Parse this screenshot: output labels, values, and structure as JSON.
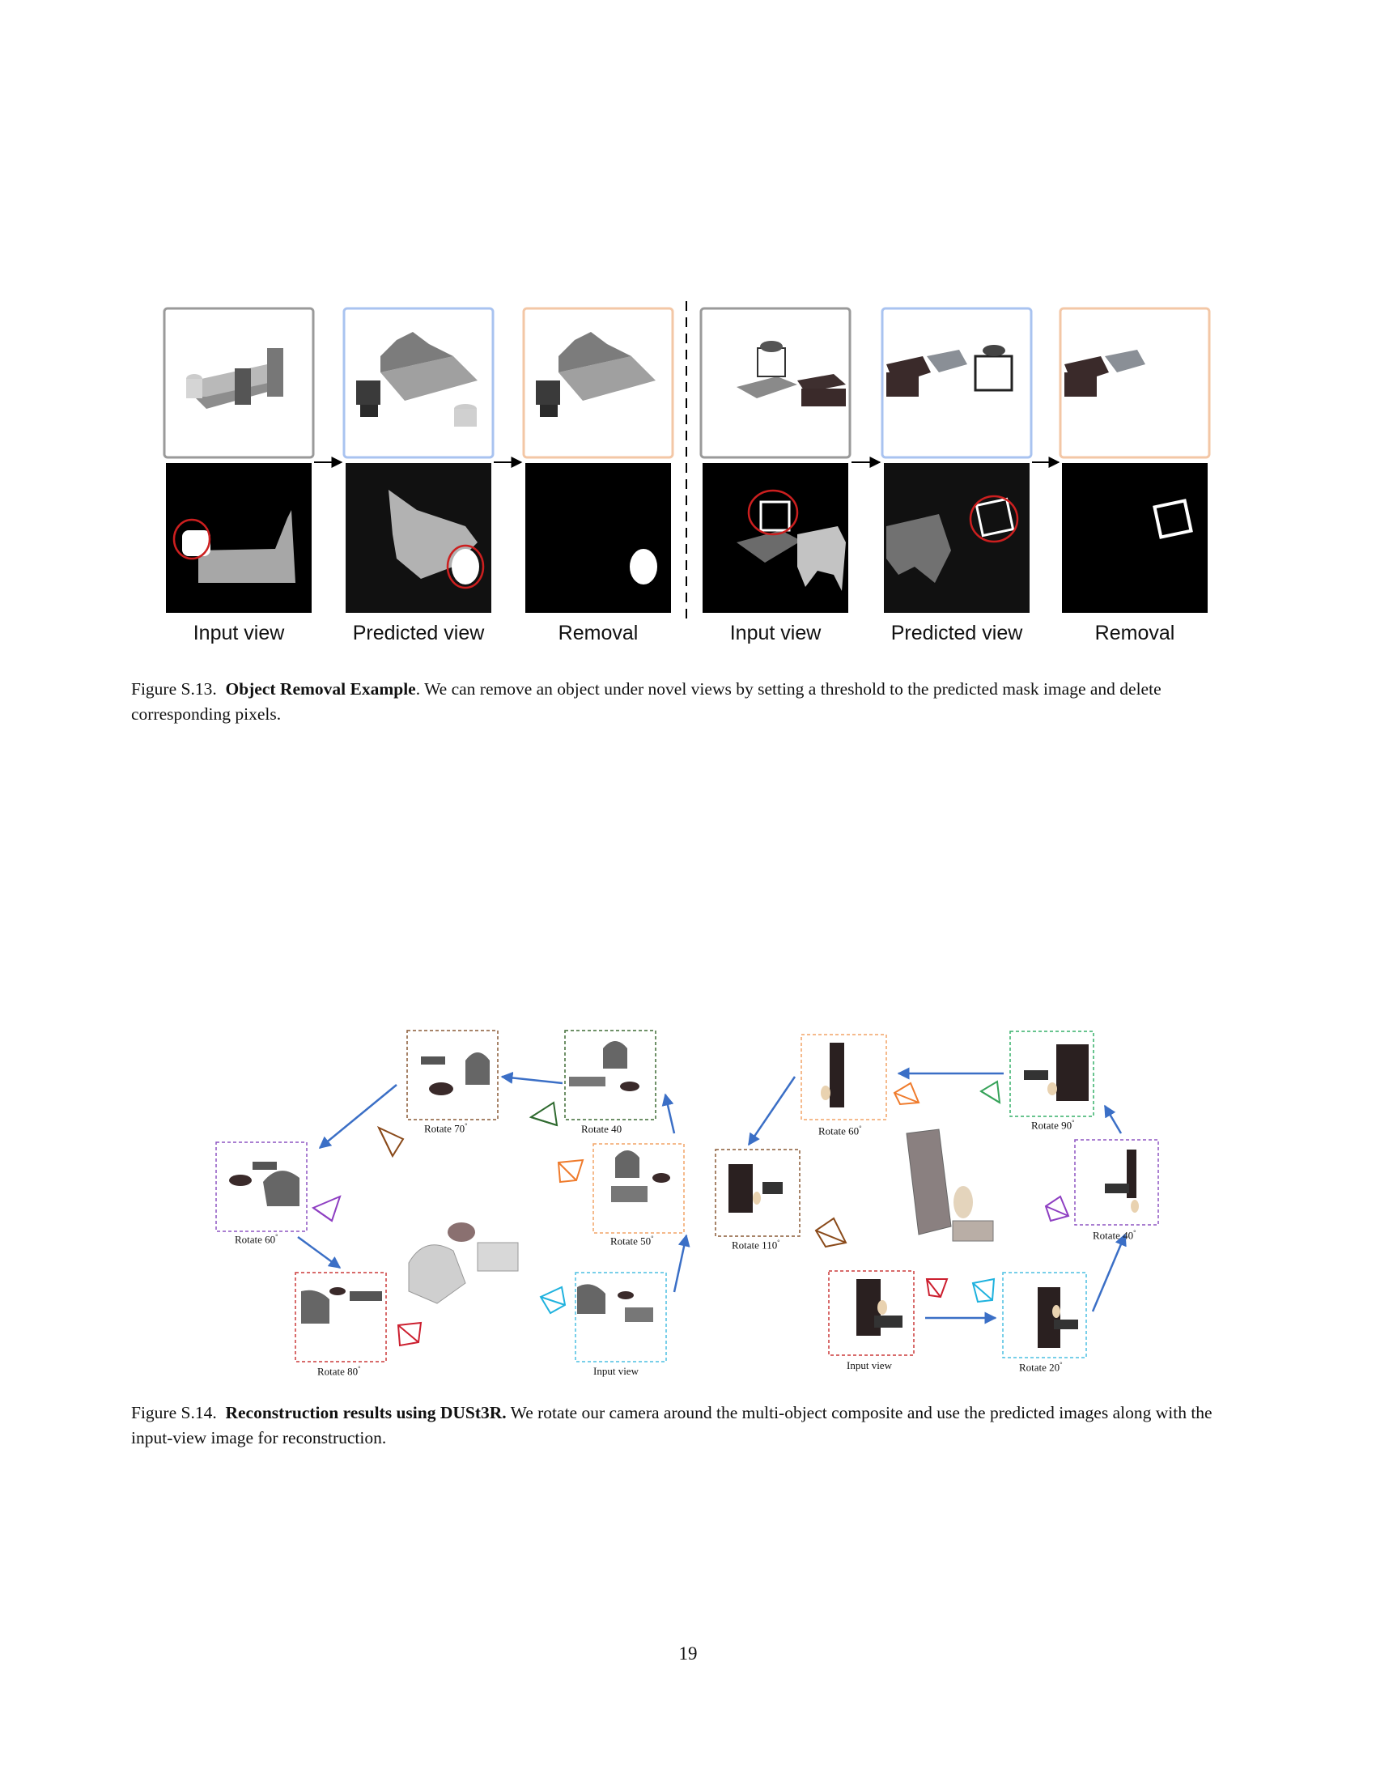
{
  "fig13": {
    "column_labels": [
      "Input view",
      "Predicted view",
      "Removal",
      "Input view",
      "Predicted view",
      "Removal"
    ],
    "caption": {
      "prefix": "Figure S.13.",
      "bold": "Object Removal Example",
      "text": ". We can remove an object under novel views by setting a threshold to the predicted mask image and delete corresponding pixels."
    },
    "frame_colors": {
      "input": "#9a9a9a",
      "predicted": "#a9c3f0",
      "removal": "#f3c7a6",
      "highlight": "#cc1f1f"
    }
  },
  "fig14": {
    "left_labels": {
      "r70": "Rotate 70",
      "r40": "Rotate 40",
      "r60": "Rotate 60",
      "r50": "Rotate 50",
      "r80": "Rotate 80",
      "input": "Input view"
    },
    "right_labels": {
      "r60": "Rotate 60",
      "r90": "Rotate 90",
      "r110": "Rotate 110",
      "r40": "Rotate 40",
      "input": "Input view",
      "r20": "Rotate 20"
    },
    "degree_symbol": "°",
    "caption": {
      "prefix": "Figure S.14.",
      "bold": "Reconstruction results using DUSt3R.",
      "text": " We rotate our camera around the multi-object composite and use the predicted images along with the input-view image for reconstruction."
    },
    "arrow_color": "#3b6fc6"
  },
  "page_number": "19"
}
